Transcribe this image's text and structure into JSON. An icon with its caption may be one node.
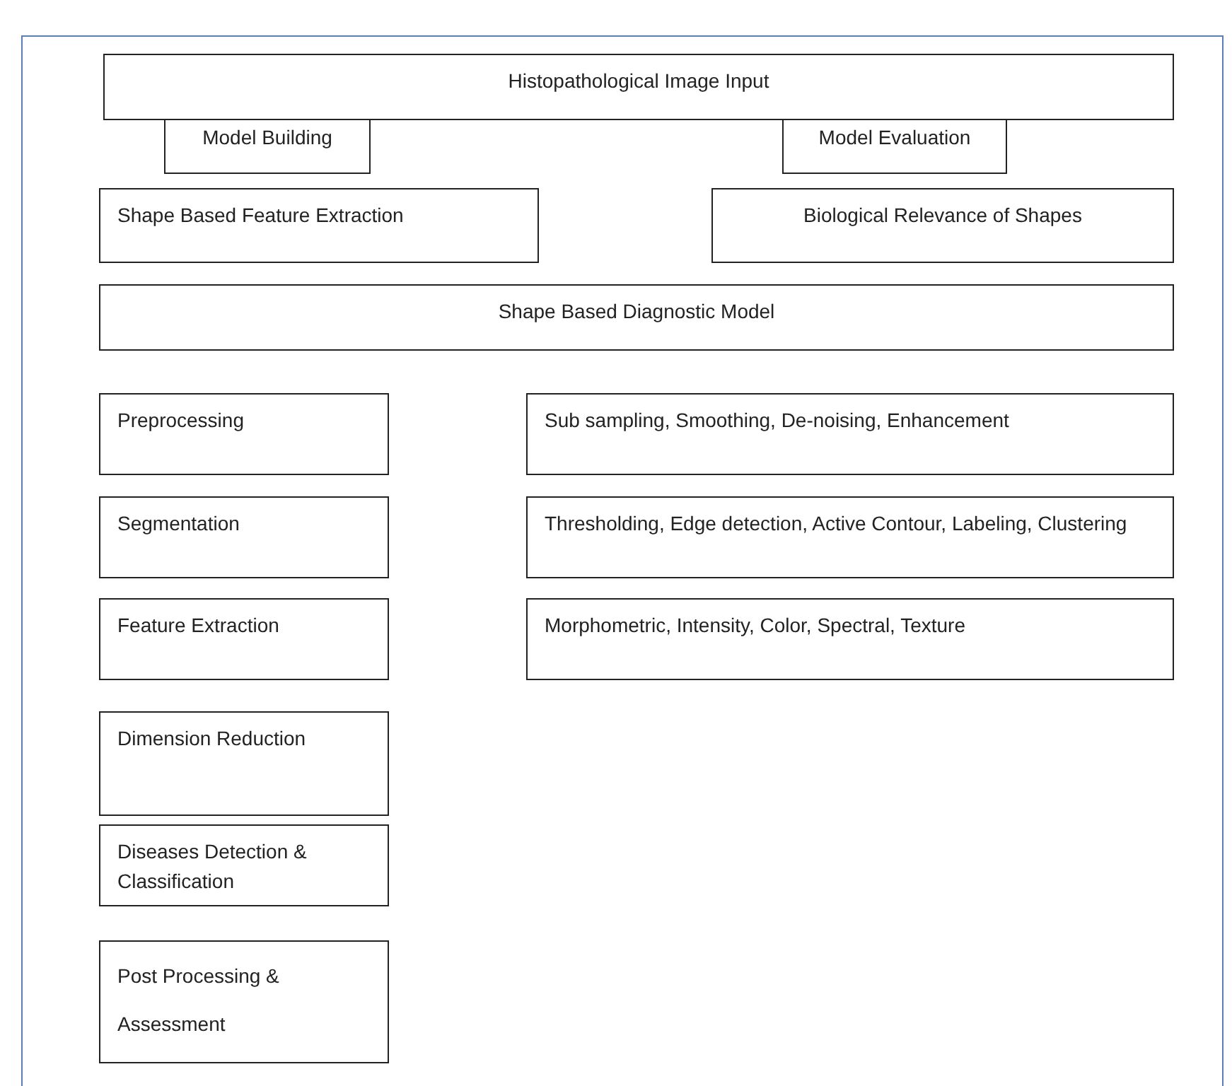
{
  "diagram": {
    "nodes": [
      {
        "text": [
          "Histopathological Image Input"
        ]
      },
      {
        "text": [
          "Model Building"
        ]
      },
      {
        "text": [
          "Model Evaluation"
        ]
      },
      {
        "text": [
          "Shape Based Feature Extraction"
        ]
      },
      {
        "text": [
          "Biological Relevance of Shapes"
        ]
      },
      {
        "text": [
          "Shape Based Diagnostic Model"
        ]
      },
      {
        "text": [
          "Preprocessing"
        ]
      },
      {
        "text": [
          "Sub sampling, Smoothing, De-noising, Enhancement"
        ]
      },
      {
        "text": [
          "Segmentation"
        ]
      },
      {
        "text": [
          "Thresholding, Edge detection, Active Contour, Labeling, Clustering"
        ]
      },
      {
        "text": [
          "Feature Extraction"
        ]
      },
      {
        "text": [
          "Morphometric, Intensity, Color, Spectral, Texture"
        ]
      },
      {
        "text": [
          "Dimension Reduction"
        ]
      },
      {
        "text": [
          "Diseases Detection & Classification"
        ]
      },
      {
        "text": [
          "Post Processing & Assessment"
        ]
      }
    ]
  }
}
